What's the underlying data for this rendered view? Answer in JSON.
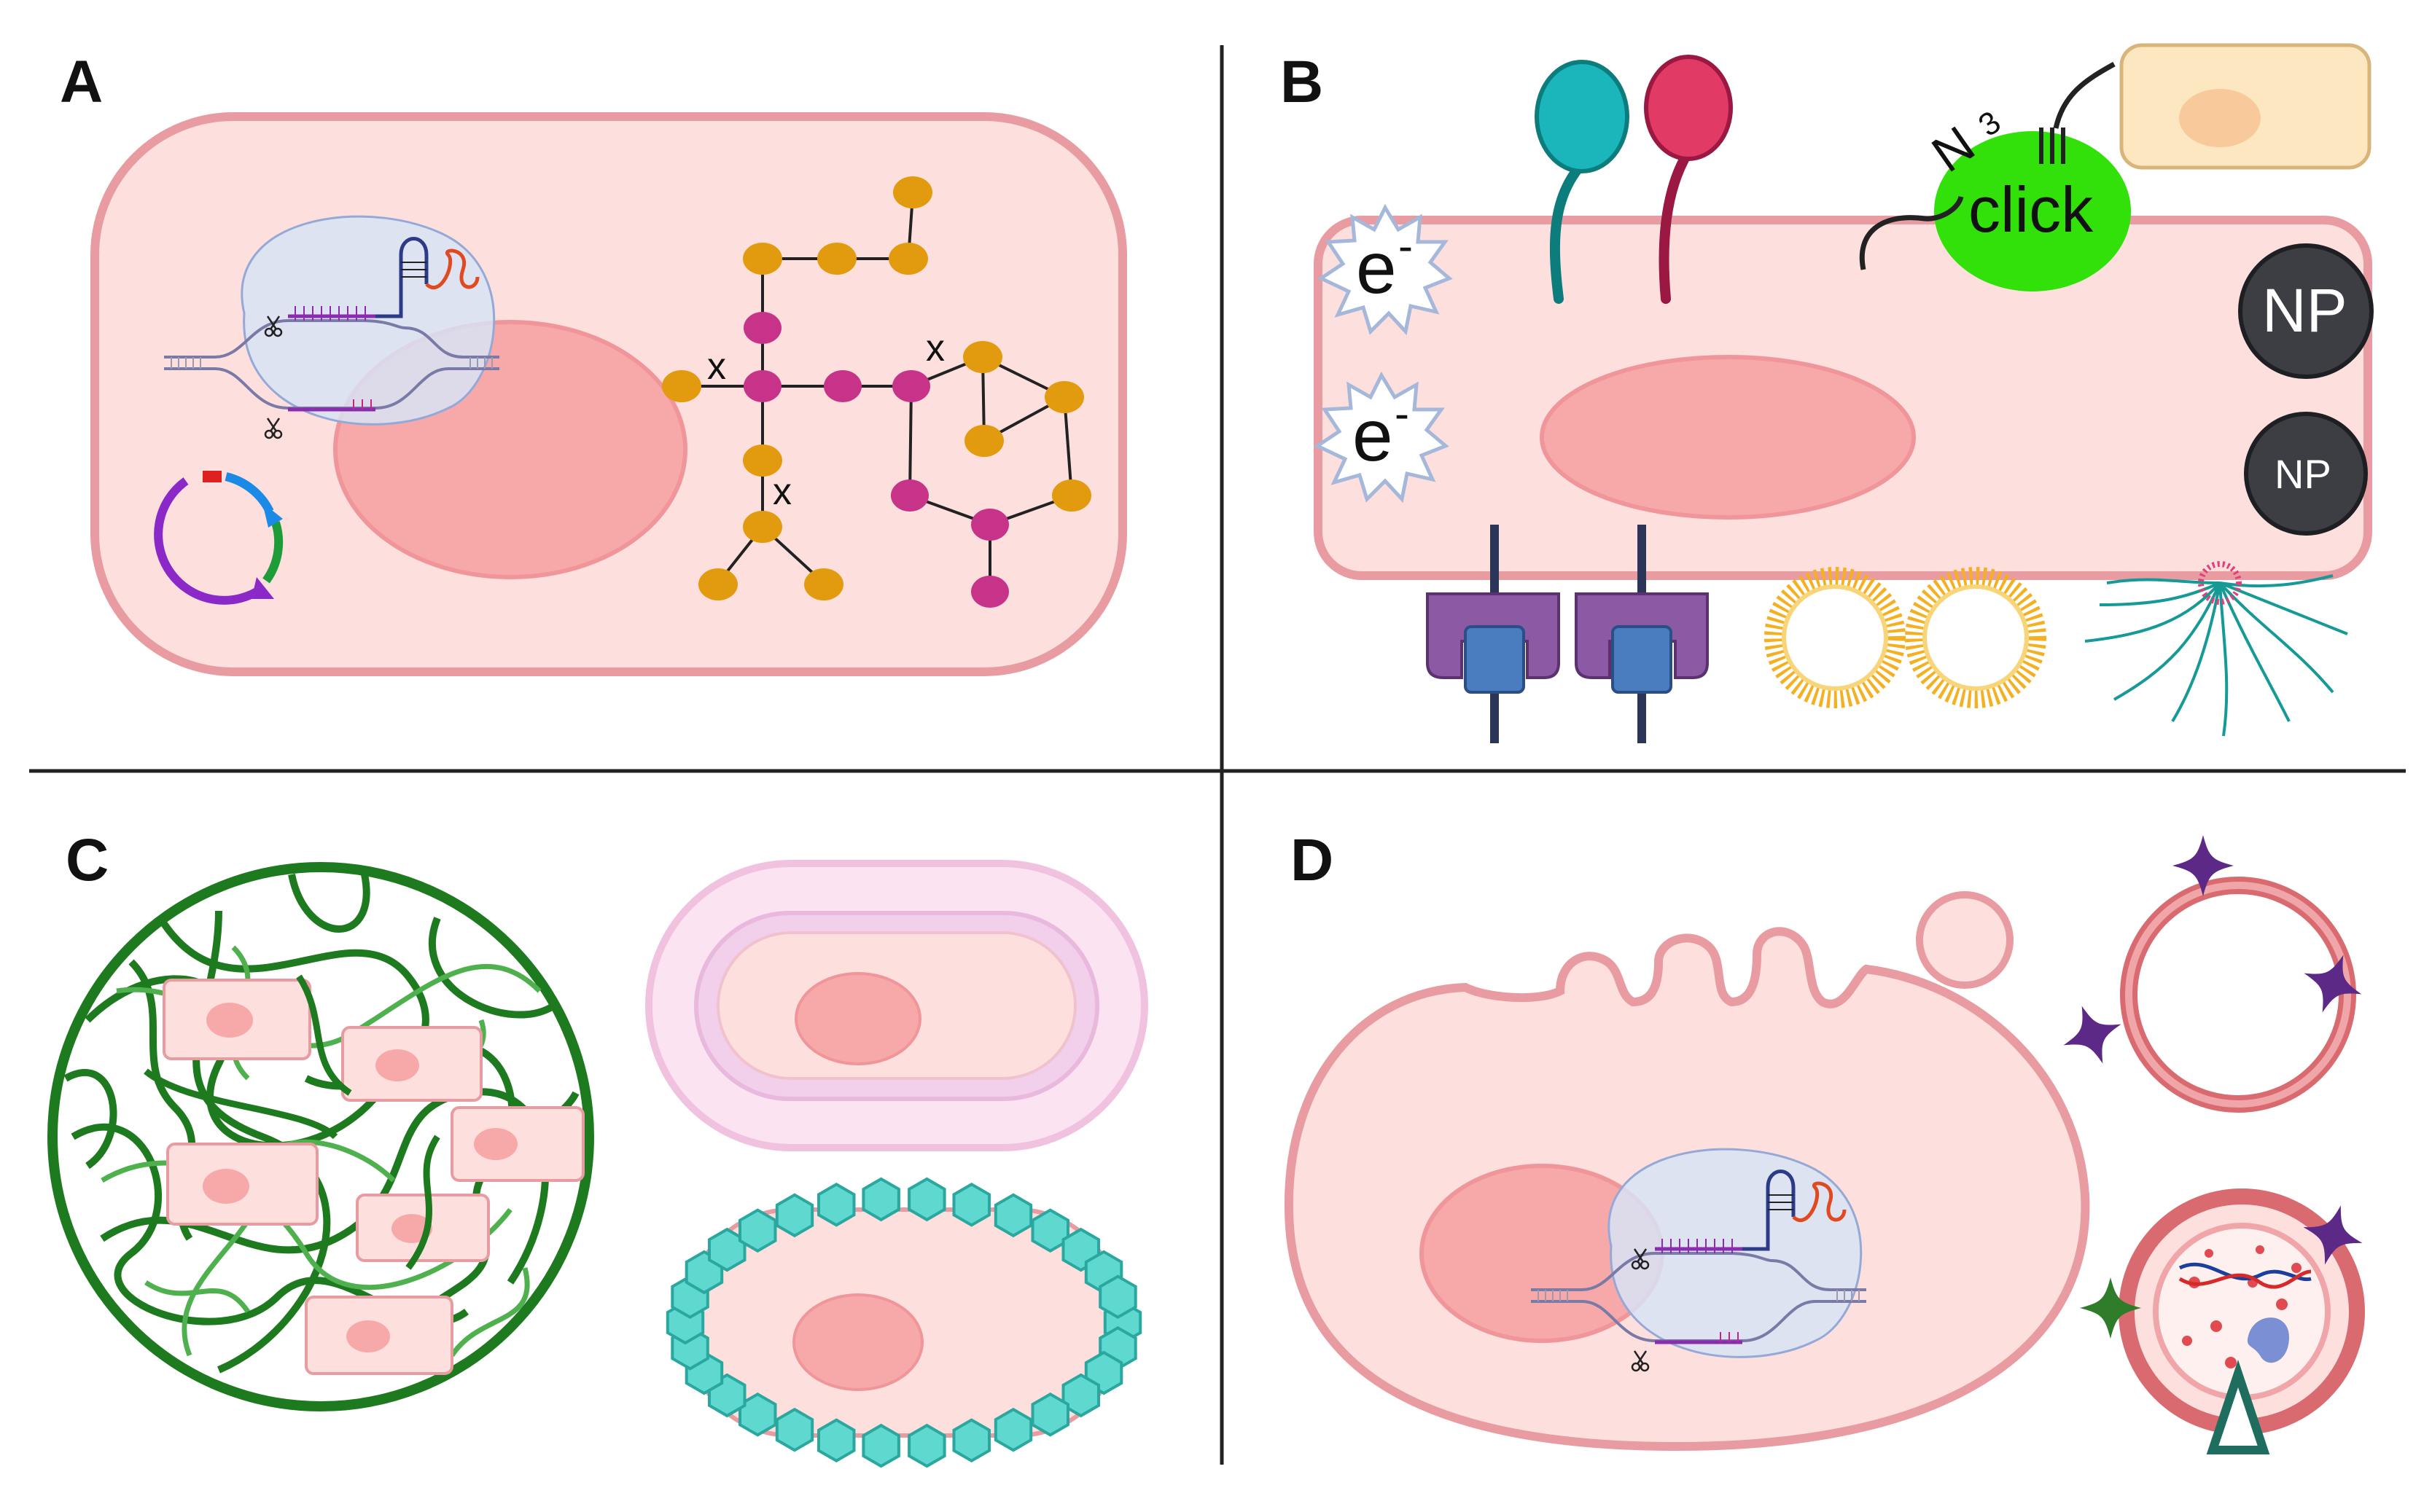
{
  "panels": {
    "a": {
      "letter": "A"
    },
    "b": {
      "letter": "B"
    },
    "c": {
      "letter": "C"
    },
    "d": {
      "letter": "D"
    }
  },
  "panel_b_labels": {
    "electron_1": "e",
    "electron_1_sup": "-",
    "electron_2": "e",
    "electron_2_sup": "-",
    "azide": "N",
    "azide_sub": "3",
    "click": "click",
    "np_large": "NP",
    "np_small": "NP"
  },
  "polymer_labels": {
    "x1": "x",
    "x2": "x",
    "x3": "x"
  },
  "colors": {
    "cell_fill": "#fde0de",
    "cell_border": "#e89ba0",
    "nucleus": "#f7a9aa",
    "crispr_complex": "#d8e3f6",
    "polymer_orange": "#e29b0f",
    "polymer_magenta": "#c8338a",
    "click_green": "#33e10a",
    "np_dark": "#3d3e44",
    "hydrogel_green": "#1e7a1e",
    "teal_coat": "#5fd8cf",
    "purple_star": "#5c2a86",
    "green_star": "#2f7c2a",
    "divider": "#222222"
  },
  "icons": [
    "scissors-icon",
    "plasmid-icon",
    "electron-icon",
    "antibody-icon",
    "nanoparticle-icon",
    "liposome-icon",
    "micelle-icon",
    "ion-channel-icon",
    "crispr-complex-icon",
    "star-ligand-icon"
  ]
}
